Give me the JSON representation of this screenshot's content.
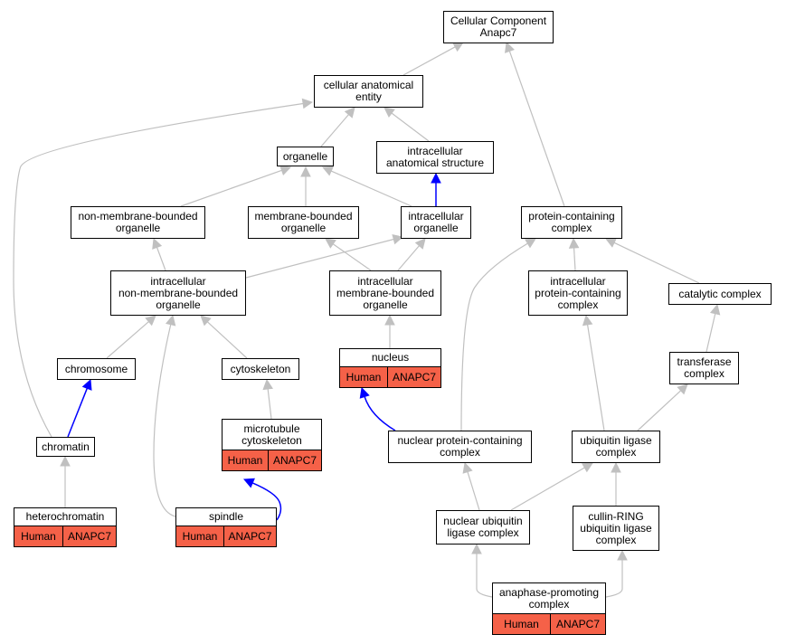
{
  "colors": {
    "edge": "#c0c0c0",
    "highlight_edge": "#0000ff",
    "annotation_fill": "#f56148"
  },
  "nodes": {
    "cc": {
      "lines": [
        "Cellular Component",
        "Anapc7"
      ]
    },
    "cae": {
      "lines": [
        "cellular anatomical",
        "entity"
      ]
    },
    "organelle": {
      "lines": [
        "organelle"
      ]
    },
    "ias": {
      "lines": [
        "intracellular",
        "anatomical structure"
      ]
    },
    "nmbo": {
      "lines": [
        "non-membrane-bounded",
        "organelle"
      ]
    },
    "mbo": {
      "lines": [
        "membrane-bounded",
        "organelle"
      ]
    },
    "io": {
      "lines": [
        "intracellular",
        "organelle"
      ]
    },
    "pcc": {
      "lines": [
        "protein-containing",
        "complex"
      ]
    },
    "inmbo": {
      "lines": [
        "intracellular",
        "non-membrane-bounded",
        "organelle"
      ]
    },
    "imbo": {
      "lines": [
        "intracellular",
        "membrane-bounded",
        "organelle"
      ]
    },
    "ipcc": {
      "lines": [
        "intracellular",
        "protein-containing",
        "complex"
      ]
    },
    "catc": {
      "lines": [
        "catalytic complex"
      ]
    },
    "chromosome": {
      "lines": [
        "chromosome"
      ]
    },
    "cytoskeleton": {
      "lines": [
        "cytoskeleton"
      ]
    },
    "nucleus": {
      "lines": [
        "nucleus"
      ],
      "species": "Human",
      "gene": "ANAPC7"
    },
    "transferase": {
      "lines": [
        "transferase",
        "complex"
      ]
    },
    "chromatin": {
      "lines": [
        "chromatin"
      ]
    },
    "mtcs": {
      "lines": [
        "microtubule",
        "cytoskeleton"
      ],
      "species": "Human",
      "gene": "ANAPC7"
    },
    "npcc": {
      "lines": [
        "nuclear protein-containing",
        "complex"
      ]
    },
    "ulc": {
      "lines": [
        "ubiquitin ligase",
        "complex"
      ]
    },
    "heterochromatin": {
      "lines": [
        "heterochromatin"
      ],
      "species": "Human",
      "gene": "ANAPC7"
    },
    "spindle": {
      "lines": [
        "spindle"
      ],
      "species": "Human",
      "gene": "ANAPC7"
    },
    "nulc": {
      "lines": [
        "nuclear ubiquitin",
        "ligase complex"
      ]
    },
    "crulc": {
      "lines": [
        "cullin-RING",
        "ubiquitin ligase",
        "complex"
      ]
    },
    "apc": {
      "lines": [
        "anaphase-promoting",
        "complex"
      ],
      "species": "Human",
      "gene": "ANAPC7"
    }
  },
  "edges": [
    {
      "from": "cae",
      "to": "cc",
      "highlight": false
    },
    {
      "from": "pcc",
      "to": "cc",
      "highlight": false
    },
    {
      "from": "organelle",
      "to": "cae",
      "highlight": false
    },
    {
      "from": "ias",
      "to": "cae",
      "highlight": false
    },
    {
      "from": "chromatin",
      "to": "cae",
      "highlight": false
    },
    {
      "from": "nmbo",
      "to": "organelle",
      "highlight": false
    },
    {
      "from": "mbo",
      "to": "organelle",
      "highlight": false
    },
    {
      "from": "io",
      "to": "organelle",
      "highlight": false
    },
    {
      "from": "io",
      "to": "ias",
      "highlight": true
    },
    {
      "from": "inmbo",
      "to": "nmbo",
      "highlight": false
    },
    {
      "from": "inmbo",
      "to": "io",
      "highlight": false
    },
    {
      "from": "imbo",
      "to": "mbo",
      "highlight": false
    },
    {
      "from": "imbo",
      "to": "io",
      "highlight": false
    },
    {
      "from": "ipcc",
      "to": "pcc",
      "highlight": false
    },
    {
      "from": "catc",
      "to": "pcc",
      "highlight": false
    },
    {
      "from": "npcc",
      "to": "pcc",
      "highlight": false
    },
    {
      "from": "chromosome",
      "to": "inmbo",
      "highlight": false
    },
    {
      "from": "cytoskeleton",
      "to": "inmbo",
      "highlight": false
    },
    {
      "from": "spindle",
      "to": "inmbo",
      "highlight": false
    },
    {
      "from": "nucleus",
      "to": "imbo",
      "highlight": false
    },
    {
      "from": "ulc",
      "to": "ipcc",
      "highlight": false
    },
    {
      "from": "transferase",
      "to": "catc",
      "highlight": false
    },
    {
      "from": "chromatin",
      "to": "chromosome",
      "highlight": true
    },
    {
      "from": "mtcs",
      "to": "cytoskeleton",
      "highlight": false
    },
    {
      "from": "npcc",
      "to": "nucleus",
      "highlight": true
    },
    {
      "from": "ulc",
      "to": "transferase",
      "highlight": false
    },
    {
      "from": "heterochromatin",
      "to": "chromatin",
      "highlight": false
    },
    {
      "from": "spindle",
      "to": "mtcs",
      "highlight": true
    },
    {
      "from": "nulc",
      "to": "npcc",
      "highlight": false
    },
    {
      "from": "nulc",
      "to": "ulc",
      "highlight": false
    },
    {
      "from": "crulc",
      "to": "ulc",
      "highlight": false
    },
    {
      "from": "apc",
      "to": "nulc",
      "highlight": false
    },
    {
      "from": "apc",
      "to": "crulc",
      "highlight": false
    }
  ]
}
